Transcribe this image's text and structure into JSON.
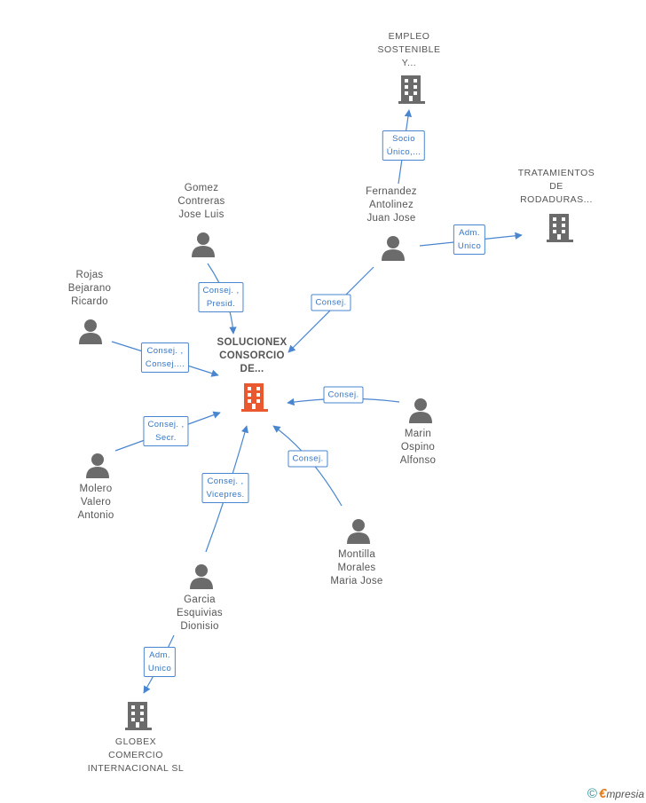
{
  "colors": {
    "edge": "#4a86d0",
    "person": "#6b6b6b",
    "company": "#6b6b6b",
    "main": "#e9582f"
  },
  "nodes": {
    "main": {
      "label": "SOLUCIONEX\nCONSORCIO\nDE..."
    },
    "empleo": {
      "label": "EMPLEO\nSOSTENIBLE\nY..."
    },
    "tratamientos": {
      "label": "TRATAMIENTOS\nDE\nRODADURAS..."
    },
    "globex": {
      "label": "GLOBEX\nCOMERCIO\nINTERNACIONAL SL"
    },
    "fernandez": {
      "label": "Fernandez\nAntolinez\nJuan Jose"
    },
    "gomez": {
      "label": "Gomez\nContreras\nJose Luis"
    },
    "rojas": {
      "label": "Rojas\nBejarano\nRicardo"
    },
    "molero": {
      "label": "Molero\nValero\nAntonio"
    },
    "garcia": {
      "label": "Garcia\nEsquivias\nDionisio"
    },
    "montilla": {
      "label": "Montilla\nMorales\nMaria Jose"
    },
    "marin": {
      "label": "Marin\nOspino\nAlfonso"
    }
  },
  "edges": {
    "fernandez_empleo": "Socio\nÚnico,...",
    "fernandez_tratamientos": "Adm.\nUnico",
    "fernandez_main": "Consej.",
    "gomez_main": "Consej. ,\nPresid.",
    "rojas_main": "Consej. ,\nConsej....",
    "molero_main": "Consej. ,\nSecr.",
    "garcia_main": "Consej. ,\nVicepres.",
    "montilla_main": "Consej.",
    "marin_main": "Consej.",
    "garcia_globex": "Adm.\nUnico"
  },
  "footer": {
    "copyright": "©",
    "brand_first": "€",
    "brand_rest": "mpresia"
  }
}
